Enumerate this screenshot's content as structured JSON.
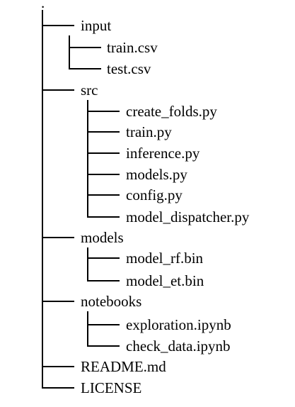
{
  "root": ".",
  "tree": [
    {
      "label": "input",
      "children": [
        {
          "label": "train.csv"
        },
        {
          "label": "test.csv"
        }
      ]
    },
    {
      "label": "src",
      "children": [
        {
          "label": "create_folds.py"
        },
        {
          "label": "train.py"
        },
        {
          "label": "inference.py"
        },
        {
          "label": "models.py"
        },
        {
          "label": "config.py"
        },
        {
          "label": "model_dispatcher.py"
        }
      ]
    },
    {
      "label": "models",
      "children": [
        {
          "label": "model_rf.bin"
        },
        {
          "label": "model_et.bin"
        }
      ]
    },
    {
      "label": "notebooks",
      "children": [
        {
          "label": "exploration.ipynb"
        },
        {
          "label": "check_data.ipynb"
        }
      ]
    },
    {
      "label": "README.md"
    },
    {
      "label": "LICENSE"
    }
  ]
}
